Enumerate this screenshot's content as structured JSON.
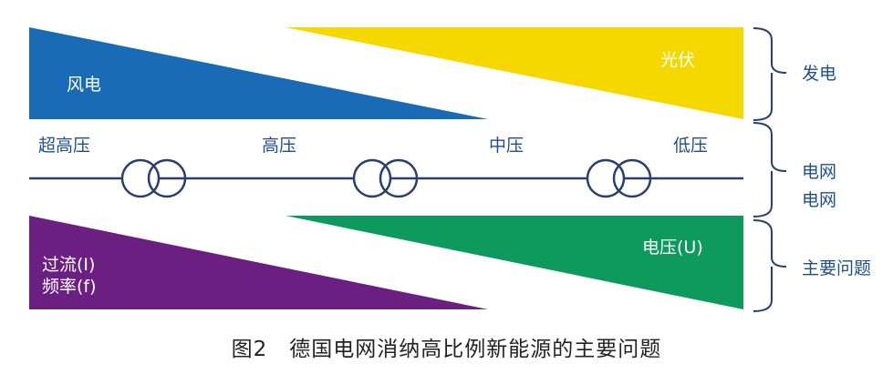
{
  "generation": {
    "wind_label": "风电",
    "solar_label": "光伏"
  },
  "grid": {
    "levels": [
      "超高压",
      "高压",
      "中压",
      "低压"
    ]
  },
  "problems": {
    "voltage_label": "电压(U)",
    "current_label": "过流(I)",
    "frequency_label": "频率(f)"
  },
  "brace_labels": {
    "generation": "发电",
    "grid_line1": "电网",
    "grid_line2": "电网",
    "problems": "主要问题"
  },
  "caption": "图2　德国电网消纳高比例新能源的主要问题",
  "colors": {
    "wind": "#1a6bb5",
    "solar": "#f5d800",
    "voltage": "#0e9a5c",
    "current_frequency": "#6b1f80",
    "line": "#2b3f6e"
  }
}
